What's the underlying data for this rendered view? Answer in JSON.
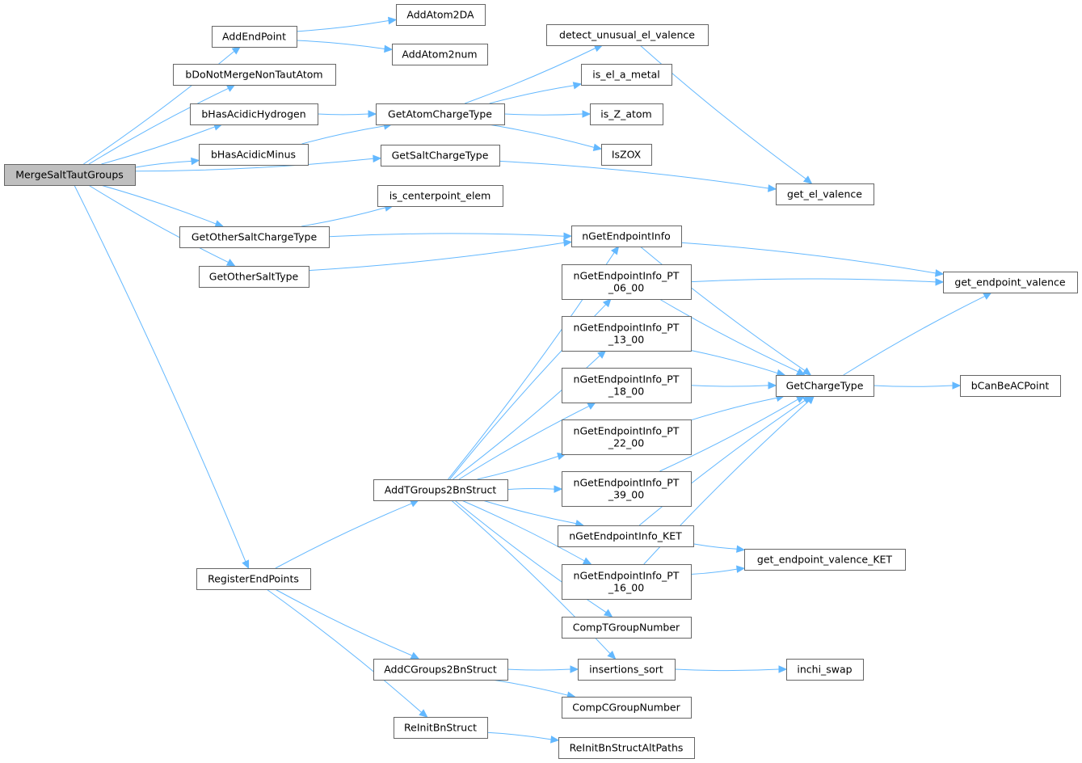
{
  "graph": {
    "root": "MergeSaltTautGroups",
    "nodes": [
      {
        "id": "MergeSaltTautGroups",
        "label": "MergeSaltTautGroups",
        "root": true
      },
      {
        "id": "AddEndPoint",
        "label": "AddEndPoint"
      },
      {
        "id": "AddAtom2DA",
        "label": "AddAtom2DA"
      },
      {
        "id": "AddAtom2num",
        "label": "AddAtom2num"
      },
      {
        "id": "bDoNotMergeNonTautAtom",
        "label": "bDoNotMergeNonTautAtom"
      },
      {
        "id": "bHasAcidicHydrogen",
        "label": "bHasAcidicHydrogen"
      },
      {
        "id": "bHasAcidicMinus",
        "label": "bHasAcidicMinus"
      },
      {
        "id": "GetAtomChargeType",
        "label": "GetAtomChargeType"
      },
      {
        "id": "detect_unusual_el_valence",
        "label": "detect_unusual_el_valence"
      },
      {
        "id": "is_el_a_metal",
        "label": "is_el_a_metal"
      },
      {
        "id": "is_Z_atom",
        "label": "is_Z_atom"
      },
      {
        "id": "IsZOX",
        "label": "IsZOX"
      },
      {
        "id": "GetSaltChargeType",
        "label": "GetSaltChargeType"
      },
      {
        "id": "get_el_valence",
        "label": "get_el_valence"
      },
      {
        "id": "is_centerpoint_elem",
        "label": "is_centerpoint_elem"
      },
      {
        "id": "GetOtherSaltChargeType",
        "label": "GetOtherSaltChargeType"
      },
      {
        "id": "GetOtherSaltType",
        "label": "GetOtherSaltType"
      },
      {
        "id": "nGetEndpointInfo",
        "label": "nGetEndpointInfo"
      },
      {
        "id": "get_endpoint_valence",
        "label": "get_endpoint_valence"
      },
      {
        "id": "nGetEndpointInfo_PT_06_00",
        "label": "nGetEndpointInfo_PT\n_06_00"
      },
      {
        "id": "nGetEndpointInfo_PT_13_00",
        "label": "nGetEndpointInfo_PT\n_13_00"
      },
      {
        "id": "nGetEndpointInfo_PT_18_00",
        "label": "nGetEndpointInfo_PT\n_18_00"
      },
      {
        "id": "nGetEndpointInfo_PT_22_00",
        "label": "nGetEndpointInfo_PT\n_22_00"
      },
      {
        "id": "nGetEndpointInfo_PT_39_00",
        "label": "nGetEndpointInfo_PT\n_39_00"
      },
      {
        "id": "GetChargeType",
        "label": "GetChargeType"
      },
      {
        "id": "bCanBeACPoint",
        "label": "bCanBeACPoint"
      },
      {
        "id": "AddTGroups2BnStruct",
        "label": "AddTGroups2BnStruct"
      },
      {
        "id": "nGetEndpointInfo_KET",
        "label": "nGetEndpointInfo_KET"
      },
      {
        "id": "get_endpoint_valence_KET",
        "label": "get_endpoint_valence_KET"
      },
      {
        "id": "nGetEndpointInfo_PT_16_00",
        "label": "nGetEndpointInfo_PT\n_16_00"
      },
      {
        "id": "CompTGroupNumber",
        "label": "CompTGroupNumber"
      },
      {
        "id": "RegisterEndPoints",
        "label": "RegisterEndPoints"
      },
      {
        "id": "AddCGroups2BnStruct",
        "label": "AddCGroups2BnStruct"
      },
      {
        "id": "insertions_sort",
        "label": "insertions_sort"
      },
      {
        "id": "inchi_swap",
        "label": "inchi_swap"
      },
      {
        "id": "CompCGroupNumber",
        "label": "CompCGroupNumber"
      },
      {
        "id": "ReInitBnStruct",
        "label": "ReInitBnStruct"
      },
      {
        "id": "ReInitBnStructAltPaths",
        "label": "ReInitBnStructAltPaths"
      }
    ],
    "edges": [
      [
        "MergeSaltTautGroups",
        "AddEndPoint"
      ],
      [
        "MergeSaltTautGroups",
        "bDoNotMergeNonTautAtom"
      ],
      [
        "MergeSaltTautGroups",
        "bHasAcidicHydrogen"
      ],
      [
        "MergeSaltTautGroups",
        "bHasAcidicMinus"
      ],
      [
        "MergeSaltTautGroups",
        "GetSaltChargeType"
      ],
      [
        "MergeSaltTautGroups",
        "GetOtherSaltChargeType"
      ],
      [
        "MergeSaltTautGroups",
        "GetOtherSaltType"
      ],
      [
        "MergeSaltTautGroups",
        "RegisterEndPoints"
      ],
      [
        "AddEndPoint",
        "AddAtom2DA"
      ],
      [
        "AddEndPoint",
        "AddAtom2num"
      ],
      [
        "bHasAcidicHydrogen",
        "GetAtomChargeType"
      ],
      [
        "bHasAcidicMinus",
        "GetAtomChargeType"
      ],
      [
        "GetAtomChargeType",
        "detect_unusual_el_valence"
      ],
      [
        "GetAtomChargeType",
        "is_el_a_metal"
      ],
      [
        "GetAtomChargeType",
        "is_Z_atom"
      ],
      [
        "GetAtomChargeType",
        "IsZOX"
      ],
      [
        "detect_unusual_el_valence",
        "get_el_valence"
      ],
      [
        "GetSaltChargeType",
        "get_el_valence"
      ],
      [
        "GetOtherSaltChargeType",
        "is_centerpoint_elem"
      ],
      [
        "GetOtherSaltChargeType",
        "nGetEndpointInfo"
      ],
      [
        "GetOtherSaltType",
        "nGetEndpointInfo"
      ],
      [
        "nGetEndpointInfo",
        "get_endpoint_valence"
      ],
      [
        "nGetEndpointInfo",
        "GetChargeType"
      ],
      [
        "nGetEndpointInfo_PT_06_00",
        "get_endpoint_valence"
      ],
      [
        "nGetEndpointInfo_PT_06_00",
        "GetChargeType"
      ],
      [
        "nGetEndpointInfo_PT_13_00",
        "GetChargeType"
      ],
      [
        "nGetEndpointInfo_PT_18_00",
        "GetChargeType"
      ],
      [
        "nGetEndpointInfo_PT_22_00",
        "GetChargeType"
      ],
      [
        "nGetEndpointInfo_PT_39_00",
        "GetChargeType"
      ],
      [
        "nGetEndpointInfo_KET",
        "GetChargeType"
      ],
      [
        "nGetEndpointInfo_KET",
        "get_endpoint_valence_KET"
      ],
      [
        "nGetEndpointInfo_PT_16_00",
        "GetChargeType"
      ],
      [
        "nGetEndpointInfo_PT_16_00",
        "get_endpoint_valence_KET"
      ],
      [
        "GetChargeType",
        "get_endpoint_valence"
      ],
      [
        "GetChargeType",
        "bCanBeACPoint"
      ],
      [
        "RegisterEndPoints",
        "AddTGroups2BnStruct"
      ],
      [
        "RegisterEndPoints",
        "AddCGroups2BnStruct"
      ],
      [
        "RegisterEndPoints",
        "ReInitBnStruct"
      ],
      [
        "AddTGroups2BnStruct",
        "nGetEndpointInfo"
      ],
      [
        "AddTGroups2BnStruct",
        "nGetEndpointInfo_PT_06_00"
      ],
      [
        "AddTGroups2BnStruct",
        "nGetEndpointInfo_PT_13_00"
      ],
      [
        "AddTGroups2BnStruct",
        "nGetEndpointInfo_PT_18_00"
      ],
      [
        "AddTGroups2BnStruct",
        "nGetEndpointInfo_PT_22_00"
      ],
      [
        "AddTGroups2BnStruct",
        "nGetEndpointInfo_PT_39_00"
      ],
      [
        "AddTGroups2BnStruct",
        "nGetEndpointInfo_KET"
      ],
      [
        "AddTGroups2BnStruct",
        "nGetEndpointInfo_PT_16_00"
      ],
      [
        "AddTGroups2BnStruct",
        "CompTGroupNumber"
      ],
      [
        "AddTGroups2BnStruct",
        "insertions_sort"
      ],
      [
        "AddCGroups2BnStruct",
        "insertions_sort"
      ],
      [
        "AddCGroups2BnStruct",
        "CompCGroupNumber"
      ],
      [
        "insertions_sort",
        "inchi_swap"
      ],
      [
        "ReInitBnStruct",
        "ReInitBnStructAltPaths"
      ]
    ]
  },
  "colors": {
    "edge": "#63b8ff",
    "node_border": "#666666",
    "node_fill": "#ffffff",
    "root_fill": "#bfbfbf"
  }
}
